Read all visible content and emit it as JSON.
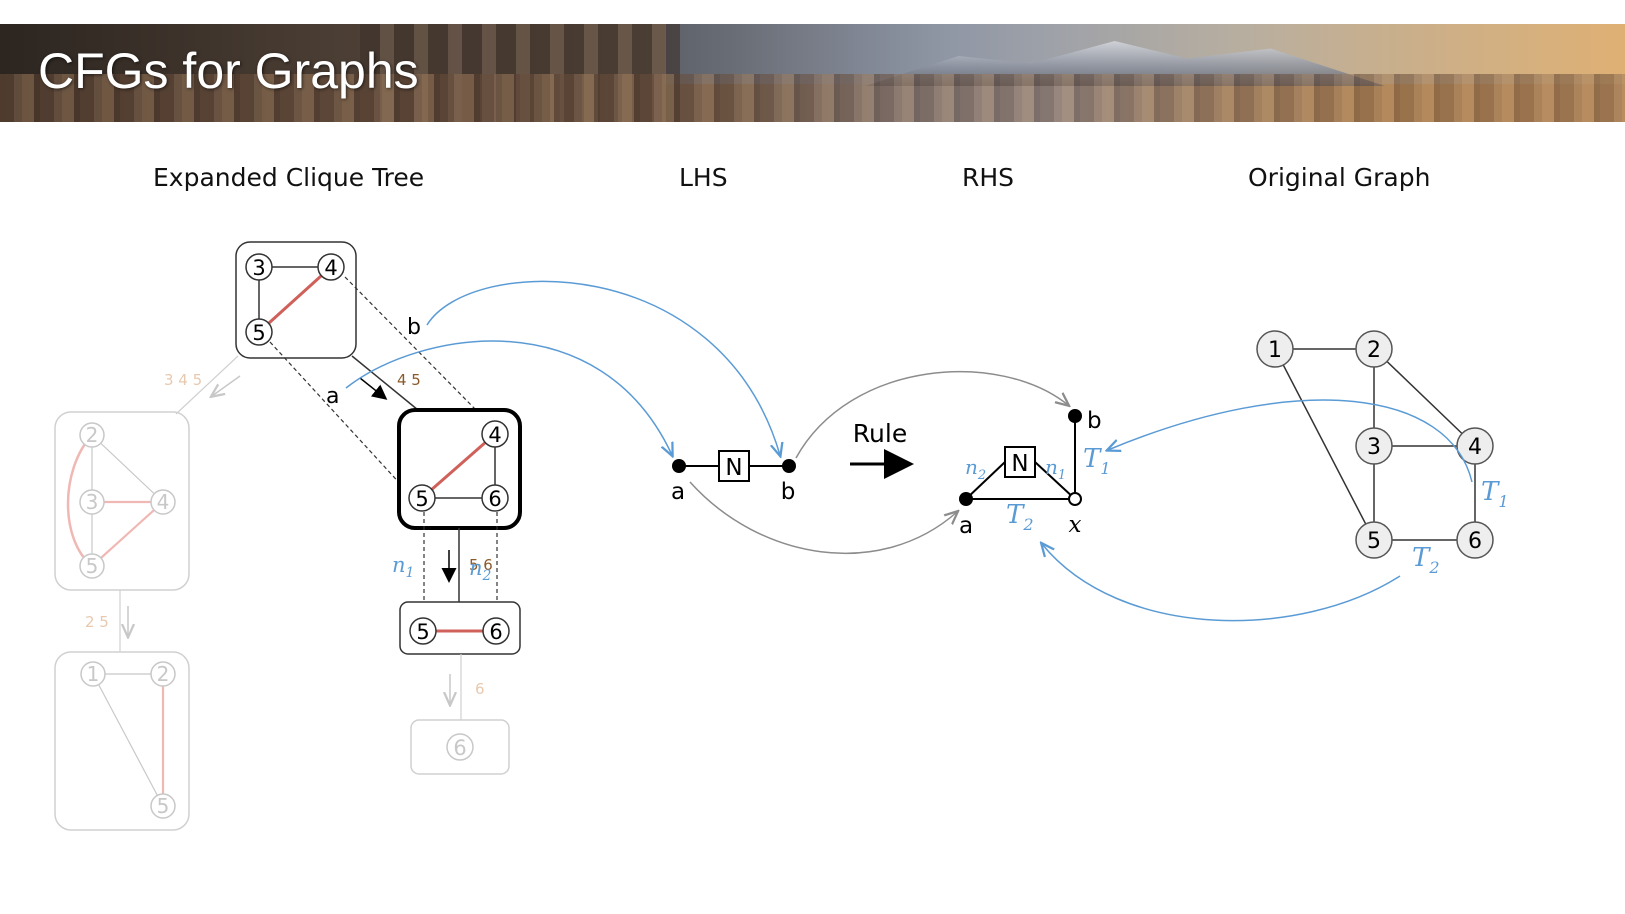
{
  "slide": {
    "title": "CFGs for Graphs"
  },
  "headings": {
    "expanded_clique_tree": "Expanded Clique Tree",
    "lhs": "LHS",
    "rhs": "RHS",
    "original_graph": "Original Graph"
  },
  "clique_tree": {
    "root_nodes": [
      "3",
      "4",
      "5"
    ],
    "left_faded_edge_label": "3 4 5",
    "mid_edge_label": "4 5",
    "label_a": "a",
    "label_b": "b",
    "focus_nodes": [
      "4",
      "5",
      "6"
    ],
    "lower_edge_label": "5 6",
    "n1_label": "n",
    "n1_sub": "1",
    "n2_label": "n",
    "n2_sub": "2",
    "child_nodes": [
      "5",
      "6"
    ],
    "faded_leaf_label": "6",
    "faded_leaf_node": "6",
    "faded_left_nodes": [
      "2",
      "3",
      "4",
      "5"
    ],
    "faded_left_edge_label": "2 5",
    "faded_bottom_nodes": [
      "1",
      "2",
      "5"
    ]
  },
  "lhs": {
    "nonterminal": "N",
    "label_a": "a",
    "label_b": "b"
  },
  "rule": {
    "label": "Rule"
  },
  "rhs": {
    "nonterminal": "N",
    "label_a": "a",
    "label_b": "b",
    "label_x": "x",
    "n2": "n",
    "n2_sub": "2",
    "n1": "n",
    "n1_sub": "1",
    "t1": "T",
    "t1_sub": "1",
    "t2": "T",
    "t2_sub": "2"
  },
  "original_graph": {
    "nodes": [
      "1",
      "2",
      "3",
      "4",
      "5",
      "6"
    ],
    "t1": "T",
    "t1_sub": "1",
    "t2": "T",
    "t2_sub": "2"
  },
  "colors": {
    "red_edge": "#d0605a",
    "blue_arrow": "#5b9bd5",
    "gray_arrow": "#8c8c8c",
    "brown_label": "#8b5a2b",
    "faded": "#c8c8c8",
    "faded_red": "#f0b8b4"
  }
}
